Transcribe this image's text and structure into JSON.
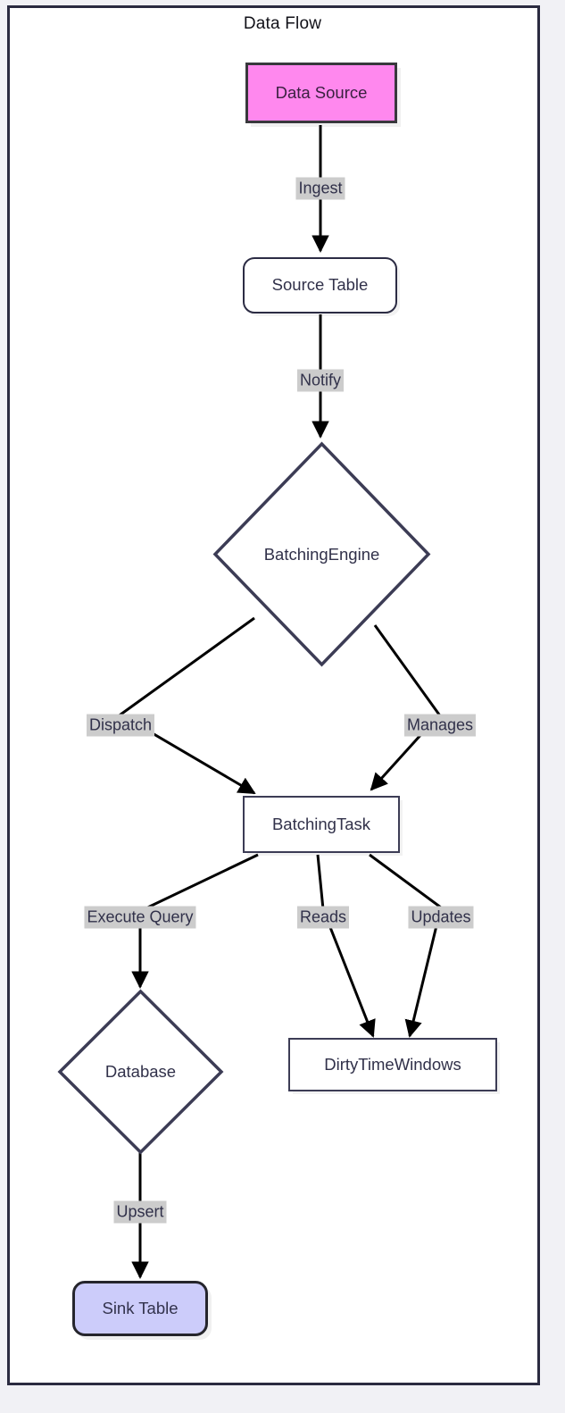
{
  "diagram": {
    "title": "Data Flow",
    "type": "flowchart",
    "direction": "top-down",
    "colors": {
      "frame_border": "#2b2b40",
      "page_background": "#f1f1f5",
      "canvas_background": "#ffffff",
      "node_stroke": "#3c3c55",
      "node_text": "#31314a",
      "edge_stroke": "#000000",
      "edge_label_background": "#cccccc",
      "source_fill": "#ff88ee",
      "sink_fill": "#ccccfa",
      "default_fill": "#ffffff"
    },
    "nodes": [
      {
        "id": "data-source",
        "label": "Data Source",
        "shape": "rect",
        "fill": "#ff88ee"
      },
      {
        "id": "source-table",
        "label": "Source Table",
        "shape": "rounded",
        "fill": "#ffffff"
      },
      {
        "id": "batching-engine",
        "label": "BatchingEngine",
        "shape": "diamond",
        "fill": "#ffffff"
      },
      {
        "id": "batching-task",
        "label": "BatchingTask",
        "shape": "rect",
        "fill": "#ffffff"
      },
      {
        "id": "database",
        "label": "Database",
        "shape": "diamond",
        "fill": "#ffffff"
      },
      {
        "id": "dirty-time-windows",
        "label": "DirtyTimeWindows",
        "shape": "rect",
        "fill": "#ffffff"
      },
      {
        "id": "sink-table",
        "label": "Sink Table",
        "shape": "rounded",
        "fill": "#ccccfa"
      }
    ],
    "edges": [
      {
        "from": "data-source",
        "to": "source-table",
        "label": "Ingest"
      },
      {
        "from": "source-table",
        "to": "batching-engine",
        "label": "Notify"
      },
      {
        "from": "batching-engine",
        "to": "batching-task",
        "label": "Dispatch"
      },
      {
        "from": "batching-engine",
        "to": "batching-task",
        "label": "Manages"
      },
      {
        "from": "batching-task",
        "to": "database",
        "label": "Execute Query"
      },
      {
        "from": "batching-task",
        "to": "dirty-time-windows",
        "label": "Reads"
      },
      {
        "from": "batching-task",
        "to": "dirty-time-windows",
        "label": "Updates"
      },
      {
        "from": "database",
        "to": "sink-table",
        "label": "Upsert"
      }
    ]
  }
}
